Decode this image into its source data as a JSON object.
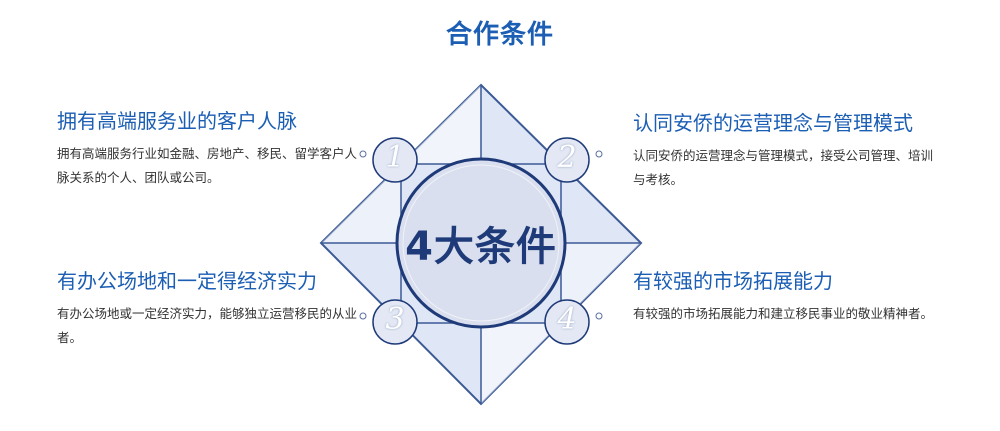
{
  "page": {
    "title": "合作条件"
  },
  "center": {
    "label": "4大条件"
  },
  "conditions": [
    {
      "number": "1",
      "title": "拥有高端服务业的客户人脉",
      "desc": "拥有高端服务行业如金融、房地产、移民、留学客户人脉关系的个人、团队或公司。"
    },
    {
      "number": "2",
      "title": "认同安侨的运营理念与管理模式",
      "desc": "认同安侨的运营理念与管理模式，接受公司管理、培训与考核。"
    },
    {
      "number": "3",
      "title": "有办公场地和一定得经济实力",
      "desc": "有办公场地或一定经济实力，能够独立运营移民的从业者。"
    },
    {
      "number": "4",
      "title": "有较强的市场拓展能力",
      "desc": "有较强的市场拓展能力和建立移民事业的敬业精神者。"
    }
  ],
  "colors": {
    "accent": "#1b5eb4",
    "diamond_fill": "#dfe6f5",
    "diamond_stroke": "#3c5a96",
    "circle_fill": "#d9dfee",
    "circle_stroke": "#1e3a78"
  }
}
